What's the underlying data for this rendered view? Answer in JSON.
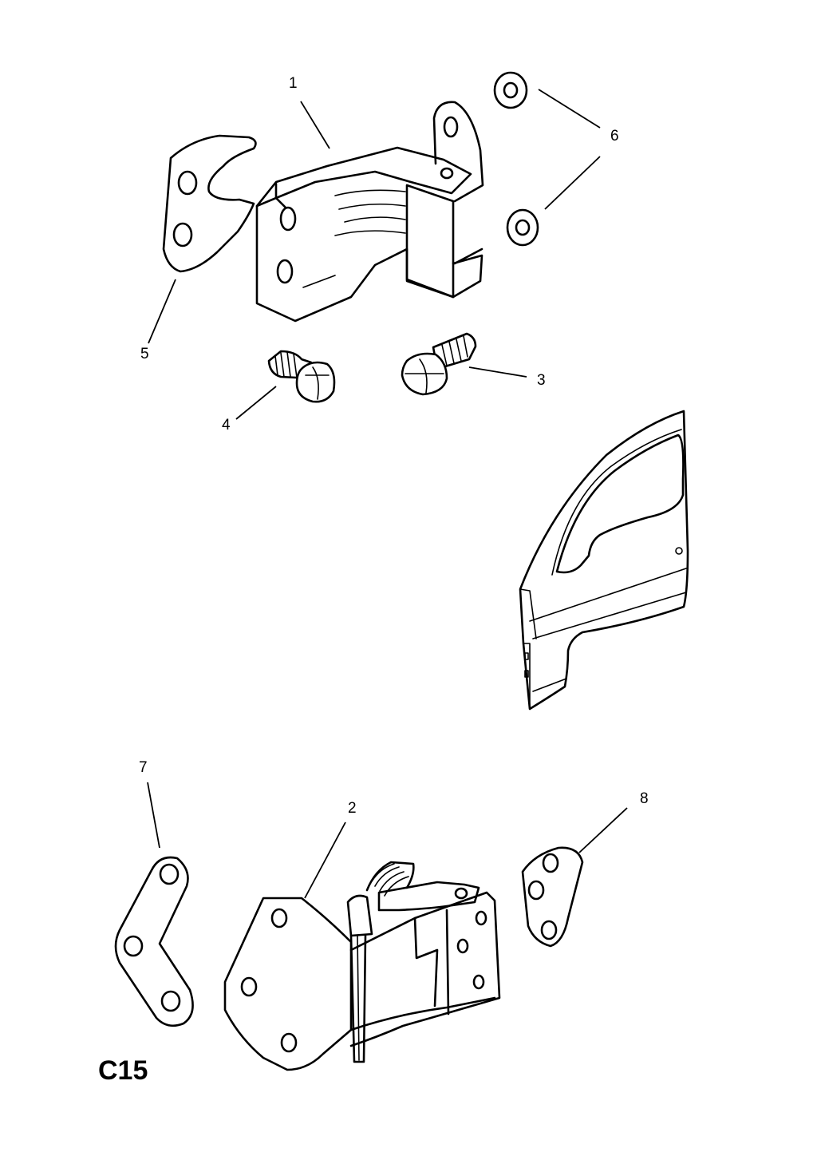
{
  "diagram": {
    "page_code": "C15",
    "callouts": [
      "1",
      "2",
      "3",
      "4",
      "5",
      "6",
      "7",
      "8"
    ]
  }
}
